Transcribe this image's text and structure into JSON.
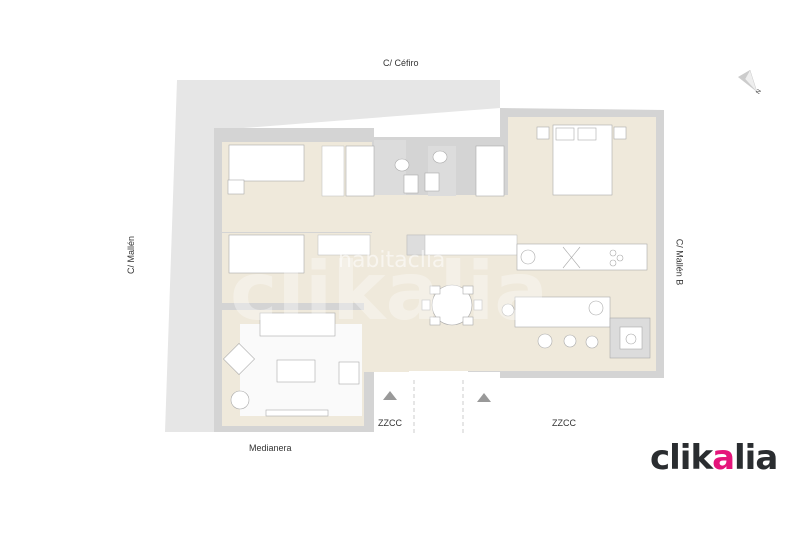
{
  "plan": {
    "street_top": "C/ Céfiro",
    "street_left": "C/ Mallén",
    "street_right": "C/ Mallén B",
    "bottom_label": "Medianera",
    "common_zone_left": "ZZCC",
    "common_zone_right": "ZZCC",
    "north_marker": "N"
  },
  "branding": {
    "logo_text": "clikalia",
    "logo_accent_color": "#e5157b",
    "logo_text_color": "#2a2d30",
    "watermark_text": "habitaclia",
    "watermark_logo": "clikalia"
  },
  "colors": {
    "floor": "#efe9db",
    "wall": "#d4d4d4",
    "terrace": "#e6e6e6",
    "bathroom": "#dcdcdc"
  }
}
